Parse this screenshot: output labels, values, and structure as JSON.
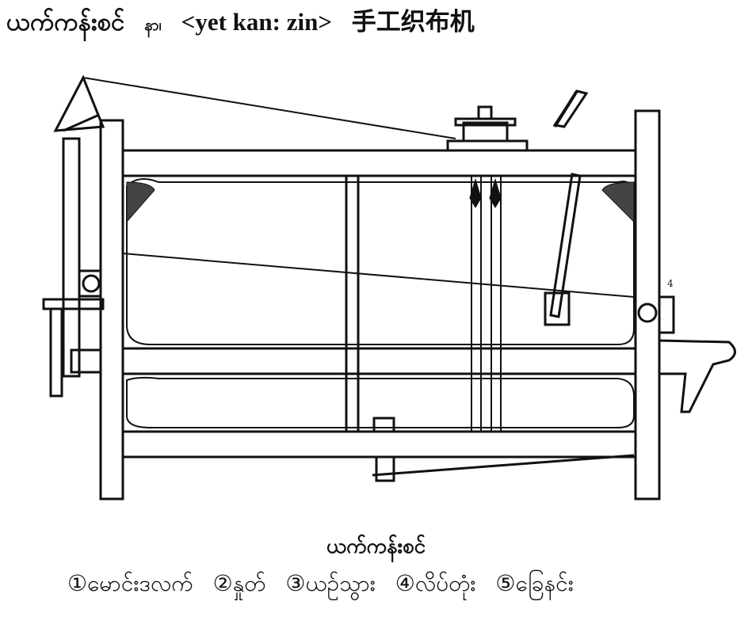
{
  "entry": {
    "headword": "ယက်ကန်းစင်",
    "pos": "နာ၊",
    "romanization": "<yet kan: zin>",
    "chinese": "手工织布机"
  },
  "figure": {
    "caption": "ယက်ကန်းစင်",
    "parts": [
      {
        "label": "①မောင်းဒလက်"
      },
      {
        "label": "②နှုတ်"
      },
      {
        "label": "③ယဥ်သွား"
      },
      {
        "label": "④လိပ်တုံး"
      },
      {
        "label": "⑤ခြေနင်း"
      }
    ],
    "illustration_marker": "4"
  }
}
